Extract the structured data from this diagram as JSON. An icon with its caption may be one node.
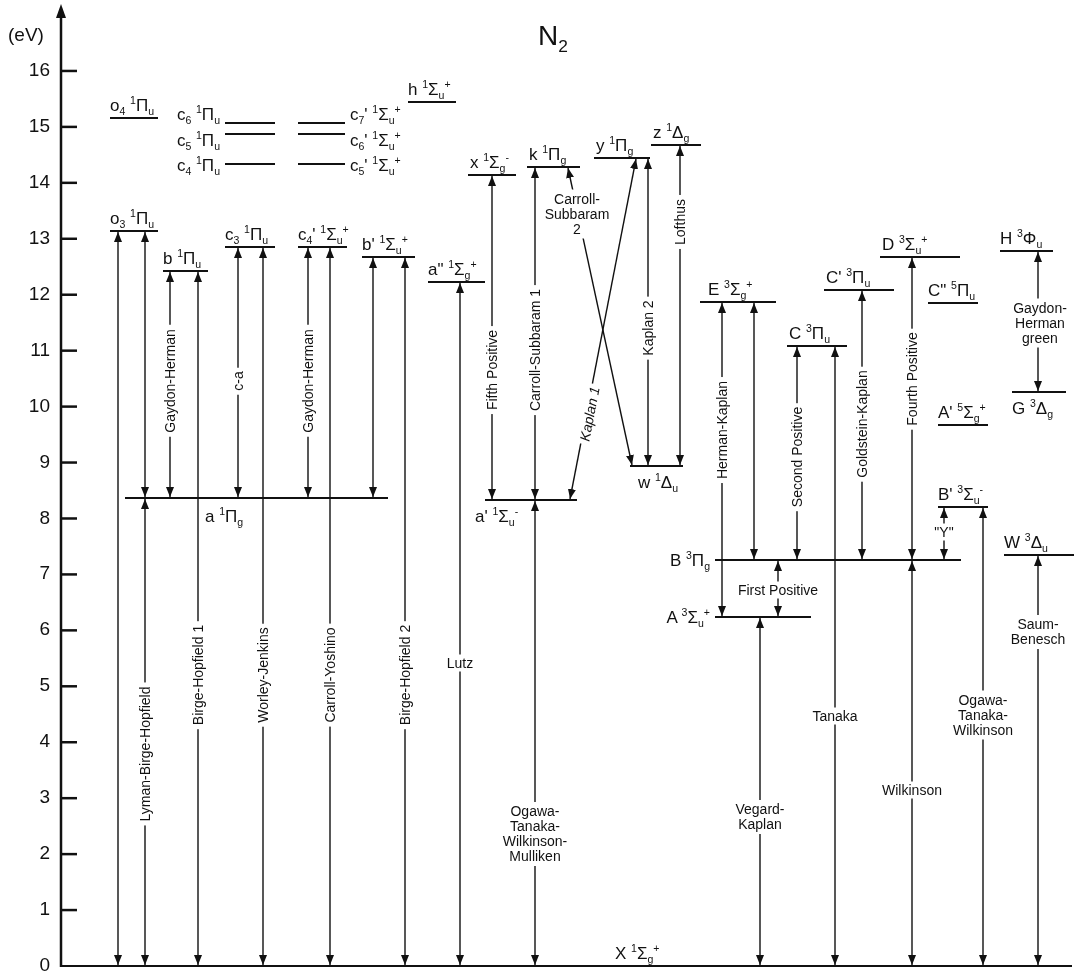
{
  "diagram": {
    "title": "N$_{2}$",
    "nodes": [
      {
        "text": [
          "X $^{1}$Σ$_{g}$$^{+}$"
        ]
      },
      {
        "text": [
          "o$_{4}$ $^{1}$Π$_{u}$"
        ]
      },
      {
        "text": [
          "c$_{6}$ $^{1}$Π$_{u}$"
        ]
      },
      {
        "text": [
          "c$_{5}$ $^{1}$Π$_{u}$"
        ]
      },
      {
        "text": [
          "c$_{4}$ $^{1}$Π$_{u}$"
        ]
      },
      {
        "text": [
          "c$_{7}$' $^{1}$Σ$_{u}$$^{+}$"
        ]
      },
      {
        "text": [
          "c$_{6}$' $^{1}$Σ$_{u}$$^{+}$"
        ]
      },
      {
        "text": [
          "c$_{5}$' $^{1}$Σ$_{u}$$^{+}$"
        ]
      },
      {
        "text": [
          "h $^{1}$Σ$_{u}$$^{+}$"
        ]
      },
      {
        "text": [
          "o$_{3}$ $^{1}$Π$_{u}$"
        ]
      },
      {
        "text": [
          "b $^{1}$Π$_{u}$"
        ]
      },
      {
        "text": [
          "c$_{3}$ $^{1}$Π$_{u}$"
        ]
      },
      {
        "text": [
          "c$_{4}$' $^{1}$Σ$_{u}$$^{+}$"
        ]
      },
      {
        "text": [
          "b' $^{1}$Σ$_{u}$$^{+}$"
        ]
      },
      {
        "text": [
          "a\" $^{1}$Σ$_{g}$$^{+}$"
        ]
      },
      {
        "text": [
          "x $^{1}$Σ$_{g}$$^{-}$"
        ]
      },
      {
        "text": [
          "k $^{1}$Π$_{g}$"
        ]
      },
      {
        "text": [
          "y $^{1}$Π$_{g}$"
        ]
      },
      {
        "text": [
          "z $^{1}$Δ$_{g}$"
        ]
      },
      {
        "text": [
          "a $^{1}$Π$_{g}$"
        ]
      },
      {
        "text": [
          "a' $^{1}$Σ$_{u}$$^{-}$"
        ]
      },
      {
        "text": [
          "w $^{1}$Δ$_{u}$"
        ]
      },
      {
        "text": [
          "E $^{3}$Σ$_{g}$$^{+}$"
        ]
      },
      {
        "text": [
          "C $^{3}$Π$_{u}$"
        ]
      },
      {
        "text": [
          "C' $^{3}$Π$_{u}$"
        ]
      },
      {
        "text": [
          "D $^{3}$Σ$_{u}$$^{+}$"
        ]
      },
      {
        "text": [
          "C\" $^{5}$Π$_{u}$"
        ]
      },
      {
        "text": [
          "H $^{3}$Φ$_{u}$"
        ]
      },
      {
        "text": [
          "A' $^{5}$Σ$_{g}$$^{+}$"
        ]
      },
      {
        "text": [
          "G $^{3}$Δ$_{g}$"
        ]
      },
      {
        "text": [
          "B' $^{3}$Σ$_{u}$$^{-}$"
        ]
      },
      {
        "text": [
          "W $^{3}$Δ$_{u}$"
        ]
      },
      {
        "text": [
          "B $^{3}$Π$_{g}$"
        ]
      },
      {
        "text": [
          "A $^{3}$Σ$_{u}$$^{+}$"
        ]
      }
    ],
    "edges": [
      {
        "from": 0,
        "to": 9,
        "arrow": "both"
      },
      {
        "from": 0,
        "to": 19,
        "arrow": "both",
        "label": "Lyman-Birge-Hopfield"
      },
      {
        "from": 19,
        "to": 9,
        "arrow": "both"
      },
      {
        "from": 19,
        "to": 10,
        "arrow": "both",
        "label": "Gaydon-Herman"
      },
      {
        "from": 0,
        "to": 10,
        "arrow": "both",
        "label": "Birge-Hopfield 1"
      },
      {
        "from": 19,
        "to": 11,
        "arrow": "both",
        "label": "c-a"
      },
      {
        "from": 0,
        "to": 11,
        "arrow": "both",
        "label": "Worley-Jenkins"
      },
      {
        "from": 19,
        "to": 12,
        "arrow": "both",
        "label": "Gaydon-Herman"
      },
      {
        "from": 0,
        "to": 12,
        "arrow": "both",
        "label": "Carroll-Yoshino"
      },
      {
        "from": 19,
        "to": 13,
        "arrow": "both"
      },
      {
        "from": 0,
        "to": 13,
        "arrow": "both",
        "label": "Birge-Hopfield 2"
      },
      {
        "from": 0,
        "to": 14,
        "arrow": "both",
        "label": "Lutz"
      },
      {
        "from": 20,
        "to": 15,
        "arrow": "both",
        "label": "Fifth Positive"
      },
      {
        "from": 20,
        "to": 16,
        "arrow": "both",
        "label": "Carroll-Subbaram 1"
      },
      {
        "from": 0,
        "to": 20,
        "arrow": "both",
        "label": "Ogawa-Tanaka-Wilkinson-Mulliken"
      },
      {
        "from": 21,
        "to": 16,
        "arrow": "both",
        "label": "Carroll-Subbaram 2"
      },
      {
        "from": 20,
        "to": 17,
        "arrow": "both",
        "label": "Kaplan 1"
      },
      {
        "from": 21,
        "to": 17,
        "arrow": "both",
        "label": "Kaplan 2"
      },
      {
        "from": 21,
        "to": 18,
        "arrow": "both",
        "label": "Lofthus"
      },
      {
        "from": 33,
        "to": 22,
        "arrow": "both",
        "label": "Herman-Kaplan"
      },
      {
        "from": 32,
        "to": 22,
        "arrow": "both"
      },
      {
        "from": 32,
        "to": 23,
        "arrow": "both",
        "label": "Second Positive"
      },
      {
        "from": 0,
        "to": 23,
        "arrow": "both",
        "label": "Tanaka"
      },
      {
        "from": 32,
        "to": 24,
        "arrow": "both",
        "label": "Goldstein-Kaplan"
      },
      {
        "from": 33,
        "to": 32,
        "arrow": "both",
        "label": "First Positive"
      },
      {
        "from": 0,
        "to": 33,
        "arrow": "both",
        "label": "Vegard-Kaplan"
      },
      {
        "from": 32,
        "to": 25,
        "arrow": "both",
        "label": "Fourth Positive"
      },
      {
        "from": 0,
        "to": 32,
        "arrow": "both",
        "label": "Wilkinson"
      },
      {
        "from": 32,
        "to": 30,
        "arrow": "both",
        "label": "\"Y\""
      },
      {
        "from": 0,
        "to": 30,
        "arrow": "both",
        "label": "Ogawa-Tanaka-Wilkinson"
      },
      {
        "from": 29,
        "to": 27,
        "arrow": "both",
        "label": "Gaydon-Herman green"
      },
      {
        "from": 0,
        "to": 31,
        "arrow": "both",
        "label": "Saum-Benesch"
      }
    ],
    "labels": [
      "(eV)",
      "16",
      "15",
      "14",
      "13",
      "12",
      "11",
      "10",
      "9",
      "8",
      "7",
      "6",
      "5",
      "4",
      "3",
      "2",
      "1",
      "0"
    ]
  }
}
